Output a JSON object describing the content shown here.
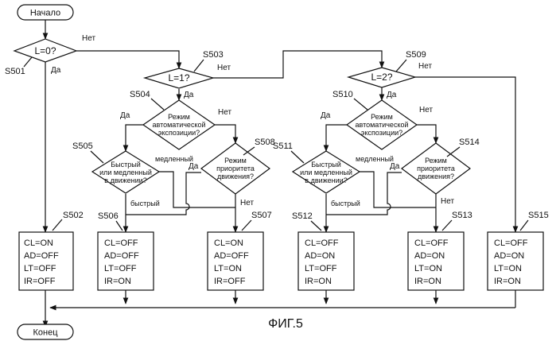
{
  "terminals": {
    "start": "Начало",
    "end": "Конец"
  },
  "decisions": {
    "d501": "L=0?",
    "d503": "L=1?",
    "d509": "L=2?",
    "d504": [
      "Режим",
      "автоматической",
      "экспозиции?"
    ],
    "d510": [
      "Режим",
      "автоматической",
      "экспозиции?"
    ],
    "d505": [
      "Быстрый",
      "или медленный",
      "в движении?"
    ],
    "d511": [
      "Быстрый",
      "или медленный",
      "в движении?"
    ],
    "d508": [
      "Режим",
      "приоритета",
      "движения?"
    ],
    "d514": [
      "Режим",
      "приоритета",
      "движения?"
    ]
  },
  "steps": {
    "s501": "S501",
    "s502": "S502",
    "s503": "S503",
    "s504": "S504",
    "s505": "S505",
    "s506": "S506",
    "s507": "S507",
    "s508": "S508",
    "s509": "S509",
    "s510": "S510",
    "s511": "S511",
    "s512": "S512",
    "s513": "S513",
    "s514": "S514",
    "s515": "S515"
  },
  "boxes": {
    "b502": [
      "CL=ON",
      "AD=OFF",
      "LT=OFF",
      "IR=OFF"
    ],
    "b506": [
      "CL=OFF",
      "AD=OFF",
      "LT=OFF",
      "IR=ON"
    ],
    "b507": [
      "CL=ON",
      "AD=OFF",
      "LT=ON",
      "IR=OFF"
    ],
    "b512": [
      "CL=OFF",
      "AD=ON",
      "LT=OFF",
      "IR=ON"
    ],
    "b513": [
      "CL=OFF",
      "AD=ON",
      "LT=ON",
      "IR=ON"
    ],
    "b515": [
      "CL=OFF",
      "AD=ON",
      "LT=ON",
      "IR=ON"
    ]
  },
  "labels": {
    "yes": "Да",
    "no": "Нет",
    "slow": "медленный",
    "fast": "быстрый"
  },
  "figure_caption": "ФИГ.5"
}
